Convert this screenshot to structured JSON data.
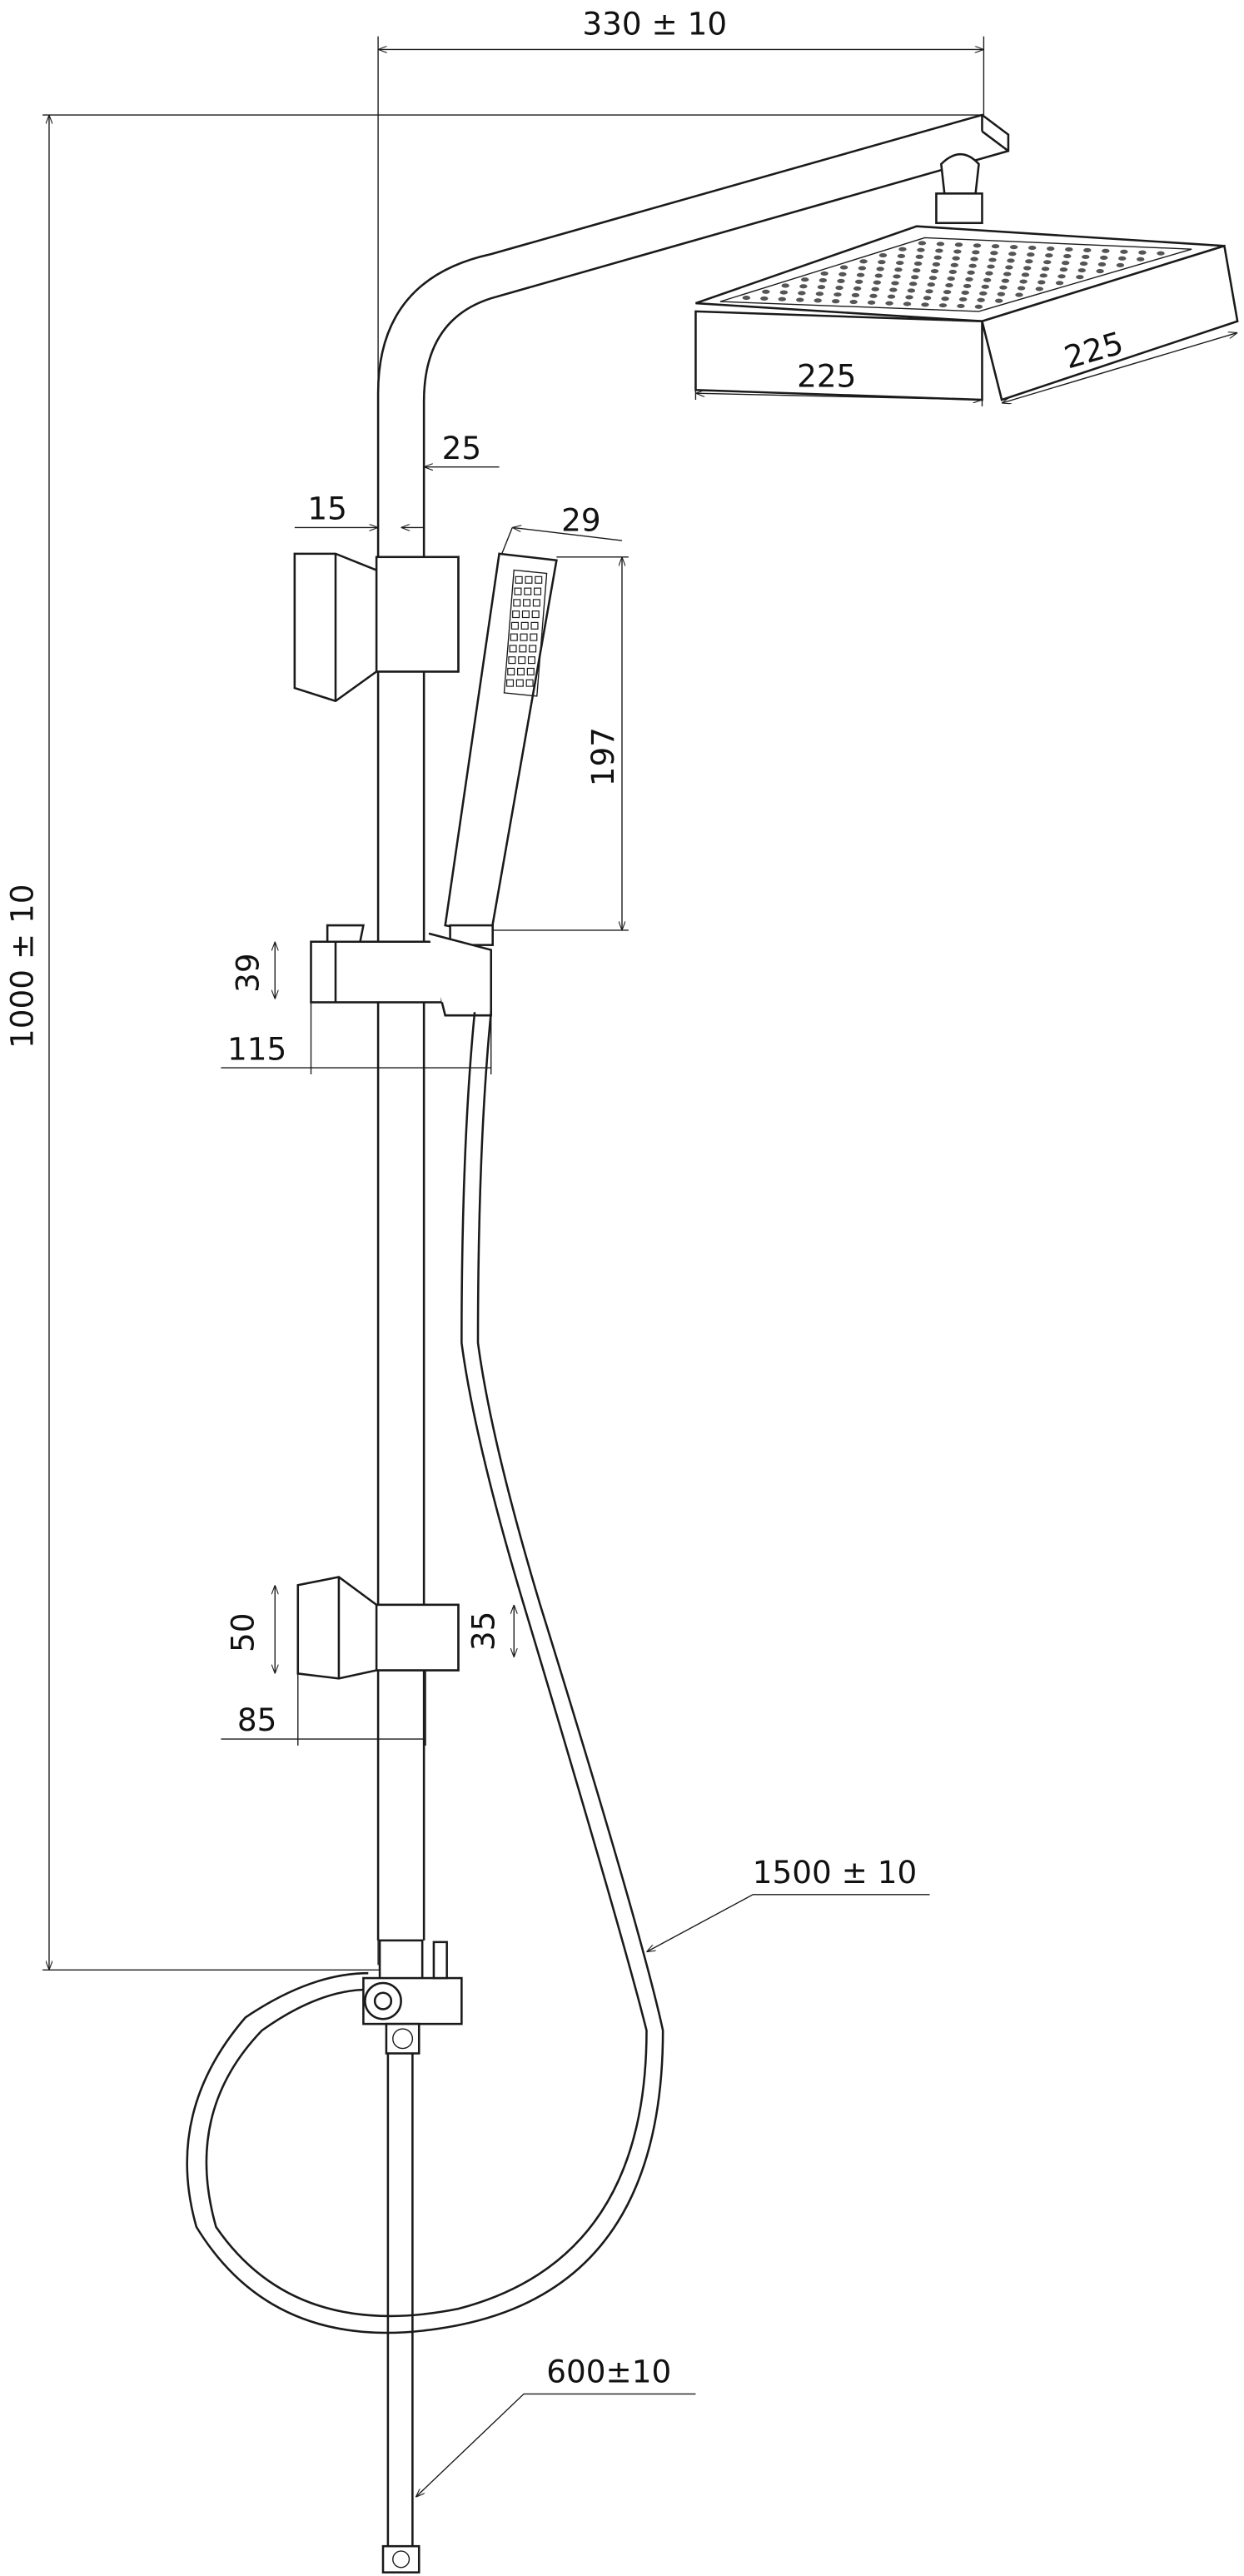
{
  "drawing": {
    "title": "Shower system dimensional drawing",
    "dimensions": {
      "arm_reach": "330 ± 10",
      "total_height": "1000 ± 10",
      "head_width": "225",
      "head_depth": "225",
      "rail_offset": "25",
      "rail_diameter": "15",
      "hand_shower_width": "29",
      "hand_shower_length": "197",
      "holder_height": "39",
      "holder_depth": "115",
      "bracket_height": "50",
      "bracket_block": "35",
      "bracket_depth": "85",
      "hose_length": "1500 ± 10",
      "inlet_hose_length": "600±10"
    },
    "line_color": "#1a1a1a"
  }
}
